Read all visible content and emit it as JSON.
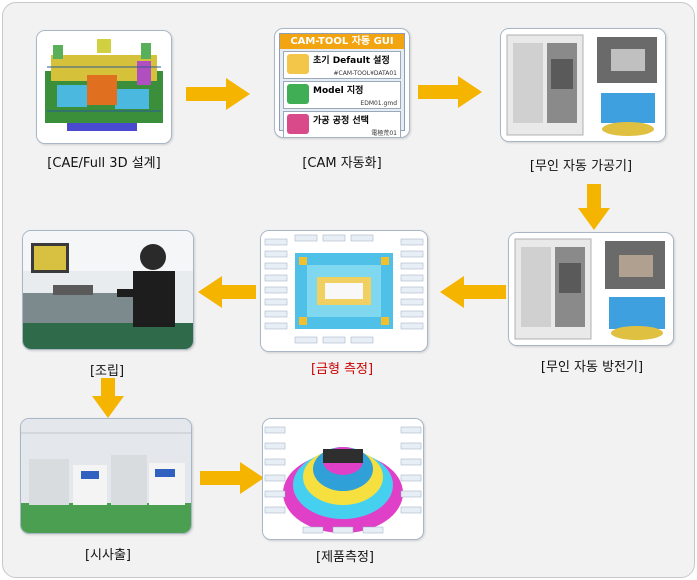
{
  "steps": {
    "cae": {
      "caption": "[CAE/Full 3D 설계]"
    },
    "cam": {
      "caption": "[CAM 자동화]",
      "gui": {
        "title": "CAM-TOOL 자동 GUI",
        "row1_label": "초기 Default 설정",
        "row1_sub": "#CAM-TOOL¥DATA01",
        "row2_label": "Model 지정",
        "row2_sub": "EDM01.gmd",
        "row3_label": "가공 공정 선택",
        "row3_sub": "電極荒01"
      }
    },
    "machining": {
      "caption": "[무인 자동 가공기]"
    },
    "edm": {
      "caption": "[무인 자동 방전기]"
    },
    "mold_measure": {
      "caption": "[금형 측정]"
    },
    "assembly": {
      "caption": "[조립]"
    },
    "trial": {
      "caption": "[시사출]"
    },
    "product_measure": {
      "caption": "[제품측정]"
    }
  },
  "colors": {
    "arrow": "#f5b400",
    "highlight_caption": "#cc0000",
    "gui_title": "#f2a510"
  }
}
